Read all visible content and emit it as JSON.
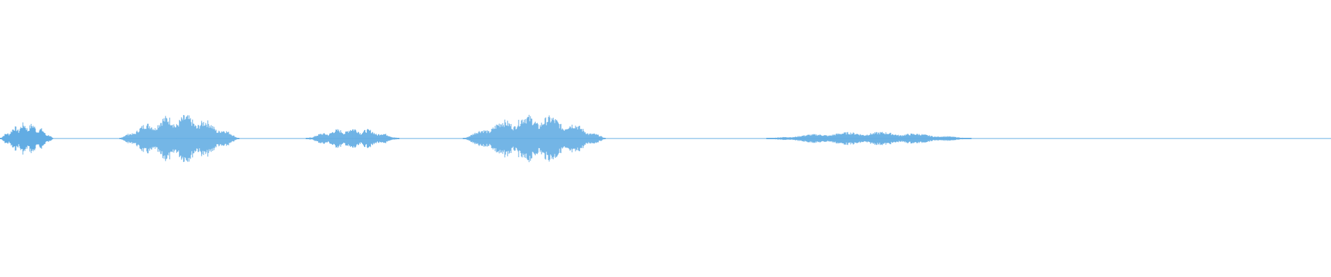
{
  "waveform": {
    "color": "#62ace3",
    "baseline_level": 0.01,
    "segments": [
      {
        "start": 0.0,
        "end": 0.04,
        "level": 0.12
      },
      {
        "start": 0.09,
        "end": 0.18,
        "level": 0.18
      },
      {
        "start": 0.23,
        "end": 0.3,
        "level": 0.08
      },
      {
        "start": 0.348,
        "end": 0.455,
        "level": 0.18
      },
      {
        "start": 0.576,
        "end": 0.73,
        "level": 0.05
      }
    ]
  }
}
